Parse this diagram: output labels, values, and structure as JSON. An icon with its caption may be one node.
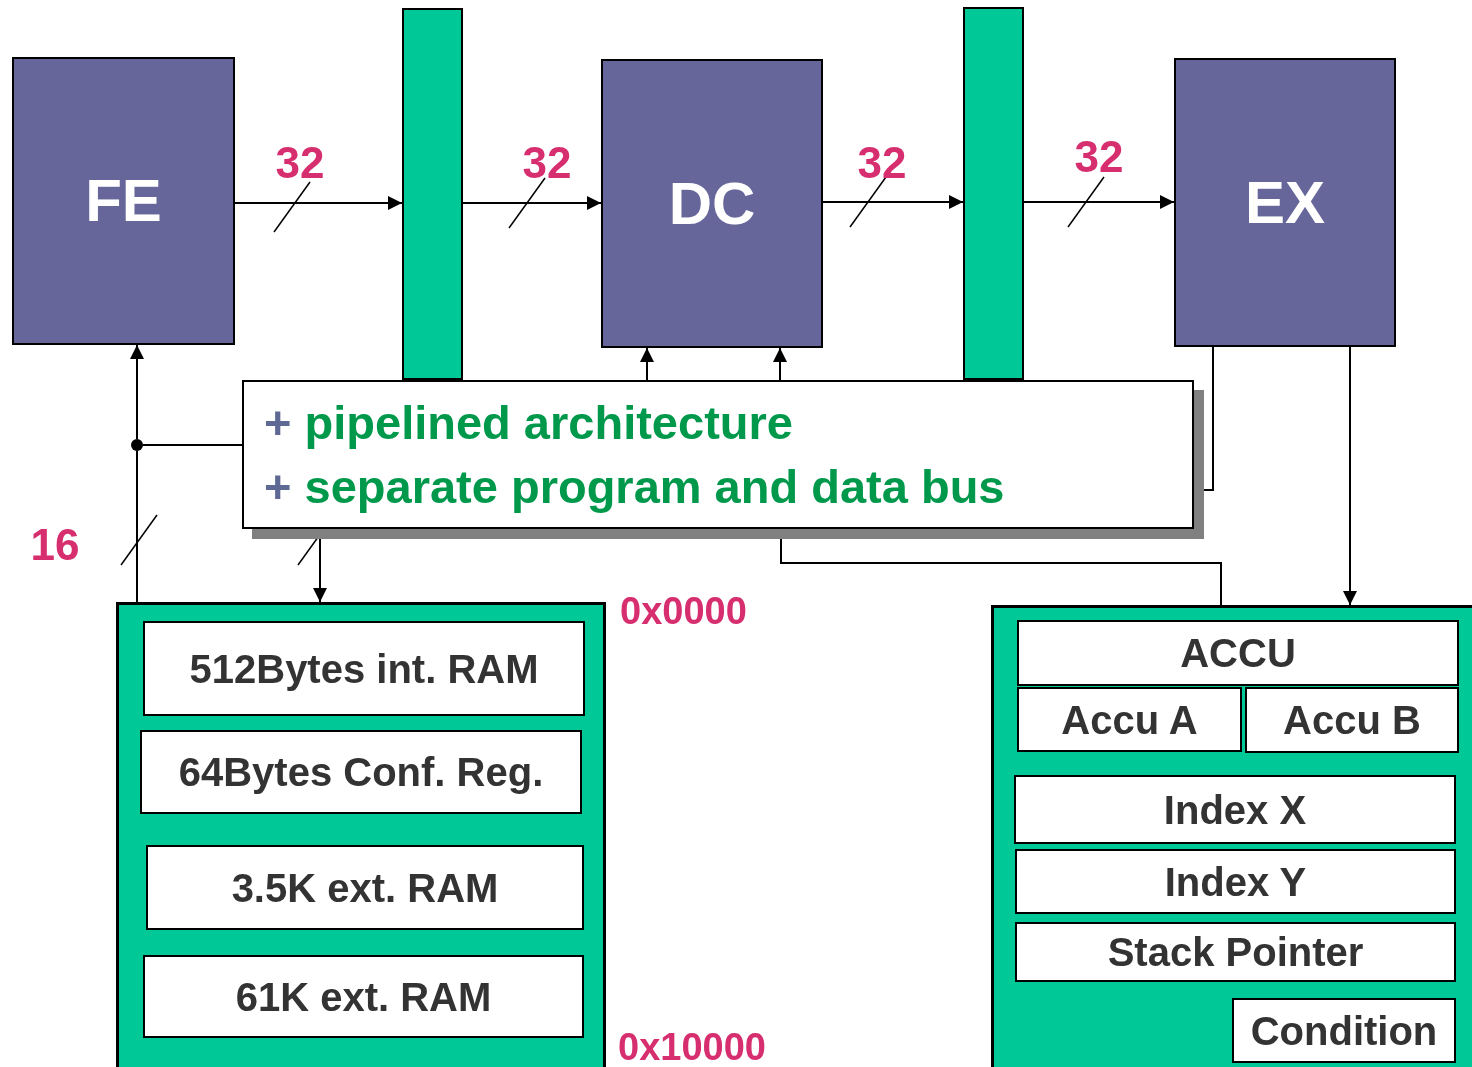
{
  "diagram": {
    "nodes": [
      {
        "text": [
          "FE"
        ]
      },
      {
        "text": [],
        "shape": "bar"
      },
      {
        "text": [
          "DC"
        ]
      },
      {
        "text": [],
        "shape": "bar"
      },
      {
        "text": [
          "EX"
        ]
      },
      {
        "text": [],
        "shape": "circle"
      },
      {
        "text": [
          "+ pipelined architecture",
          "+ separate program and data bus"
        ]
      },
      {
        "text": [],
        "shape": "box"
      },
      {
        "text": [
          "512Bytes int. RAM"
        ],
        "in": 7
      },
      {
        "text": [
          "64Bytes Conf. Reg."
        ],
        "in": 7
      },
      {
        "text": [
          "3.5K ext. RAM"
        ],
        "in": 7
      },
      {
        "text": [
          "61K ext. RAM"
        ],
        "in": 7
      },
      {
        "text": [],
        "shape": "box"
      },
      {
        "text": [
          "ACCU"
        ],
        "in": 12
      },
      {
        "text": [
          "Accu A"
        ],
        "in": 12
      },
      {
        "text": [
          "Accu B"
        ],
        "in": 12
      },
      {
        "text": [
          "Index X"
        ],
        "in": 12
      },
      {
        "text": [
          "Index Y"
        ],
        "in": 12
      },
      {
        "text": [
          "Stack Pointer"
        ],
        "in": 12
      },
      {
        "text": [
          "Condition"
        ],
        "in": 12
      }
    ],
    "edges": [
      {
        "from": 0,
        "to": 1,
        "arrow": "to",
        "label": "32"
      },
      {
        "from": 1,
        "to": 2,
        "arrow": "to",
        "label": "32"
      },
      {
        "from": 2,
        "to": 3,
        "arrow": "to",
        "label": "32"
      },
      {
        "from": 3,
        "to": 4,
        "arrow": "to",
        "label": "32"
      },
      {
        "from": 7,
        "to": 5,
        "arrow": "none",
        "label": "16"
      },
      {
        "from": 5,
        "to": 0,
        "arrow": "to"
      },
      {
        "from": 5,
        "to": 6,
        "arrow": "none"
      },
      {
        "from": 6,
        "to": 2,
        "arrow": "to"
      },
      {
        "from": 6,
        "to": 2,
        "arrow": "to"
      },
      {
        "from": 4,
        "to": 6,
        "arrow": "none"
      },
      {
        "from": 6,
        "to": 12,
        "arrow": "none"
      },
      {
        "from": 4,
        "to": 12,
        "arrow": "to"
      },
      {
        "from": 6,
        "to": 7,
        "arrow": "to"
      }
    ],
    "labels": [
      "0x0000",
      "0x10000"
    ]
  }
}
